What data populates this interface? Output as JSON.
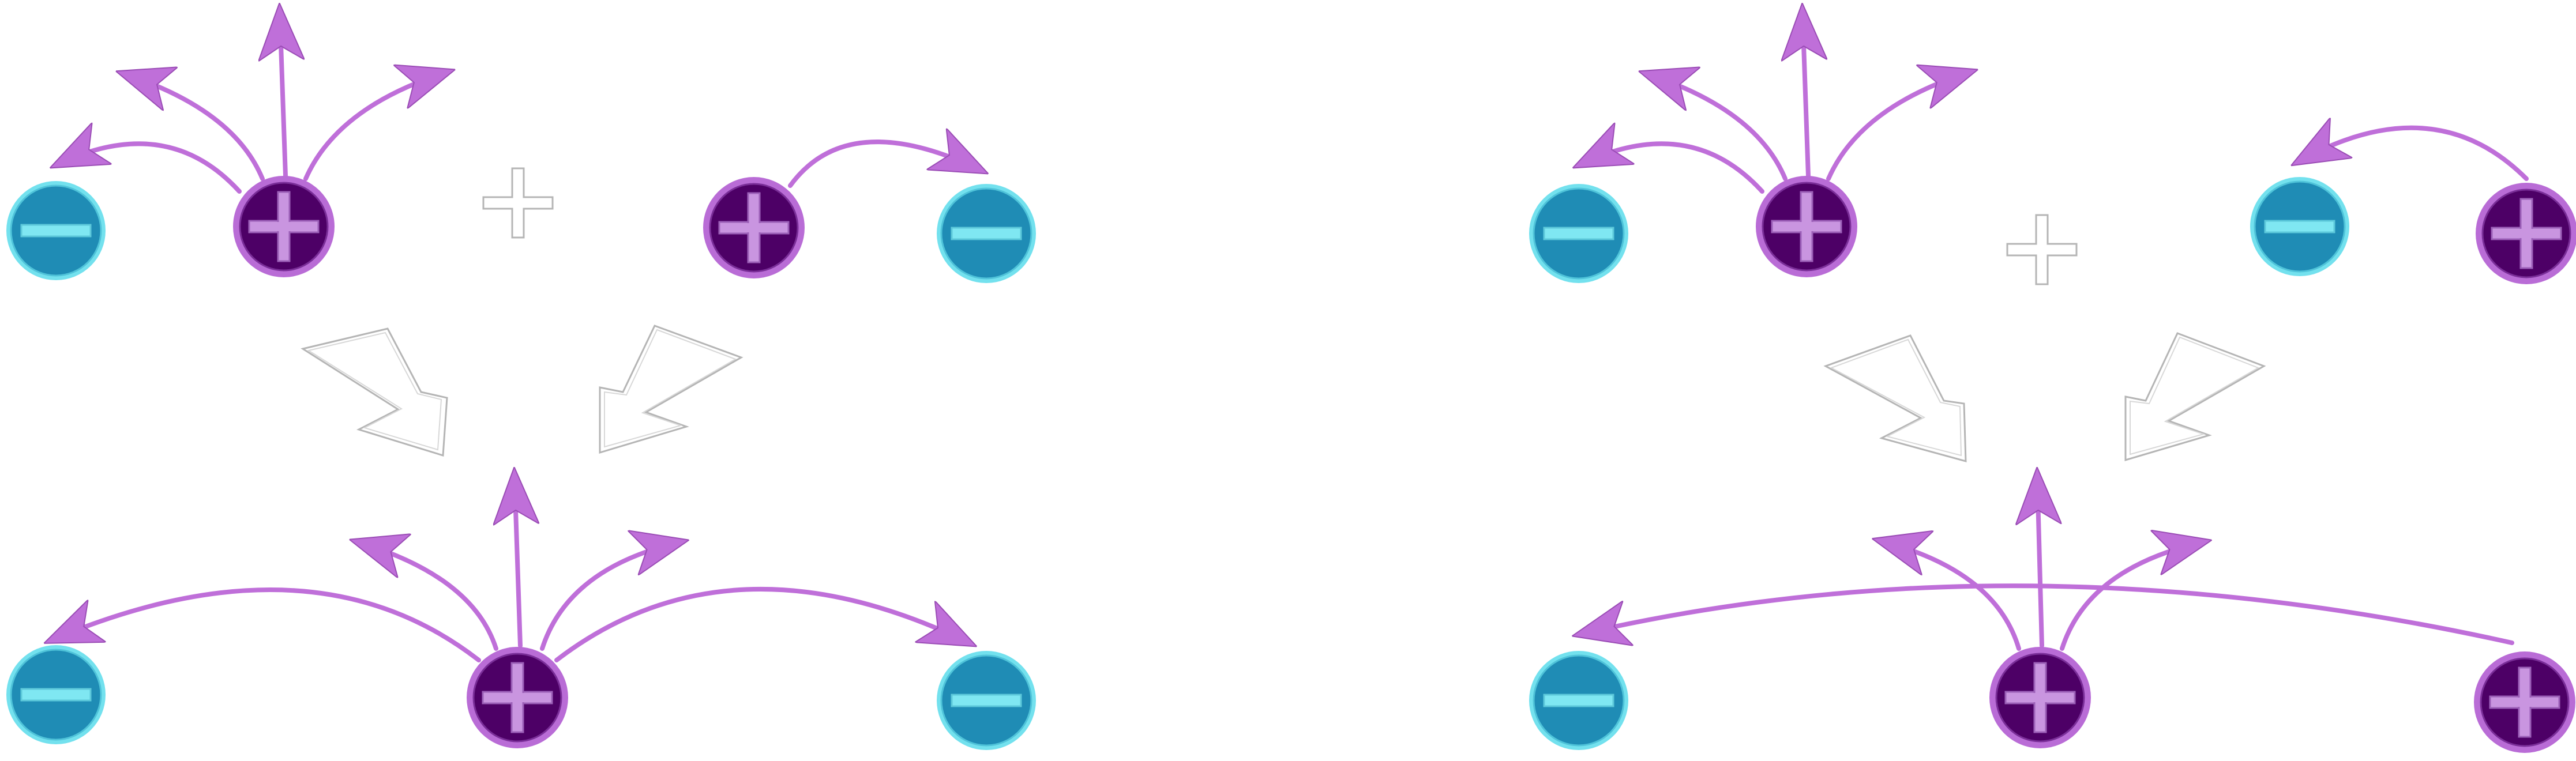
{
  "colors": {
    "positive_fill": "#4d0066",
    "positive_ring": "#b96cd6",
    "positive_sign": "#c995e0",
    "negative_fill": "#1f8cb5",
    "negative_ring": "#73e1ee",
    "negative_sign": "#7fe7f2",
    "field_line": "#bf6fd9",
    "outline_stroke": "#b5b5b5",
    "background": "#ffffff"
  },
  "icons": {
    "positive": "plus-sign",
    "negative": "minus-sign",
    "combine": "plus-outline",
    "merge": "hollow-arrow"
  },
  "panels": [
    {
      "name": "left-opposite-charges",
      "top_row": [
        "negative",
        "positive",
        "combine",
        "positive",
        "negative"
      ],
      "bottom_row": [
        "negative",
        "positive",
        "negative"
      ]
    },
    {
      "name": "right-like-charges",
      "top_row": [
        "negative",
        "positive",
        "combine",
        "negative",
        "positive"
      ],
      "bottom_row": [
        "negative",
        "positive",
        "positive"
      ]
    }
  ]
}
